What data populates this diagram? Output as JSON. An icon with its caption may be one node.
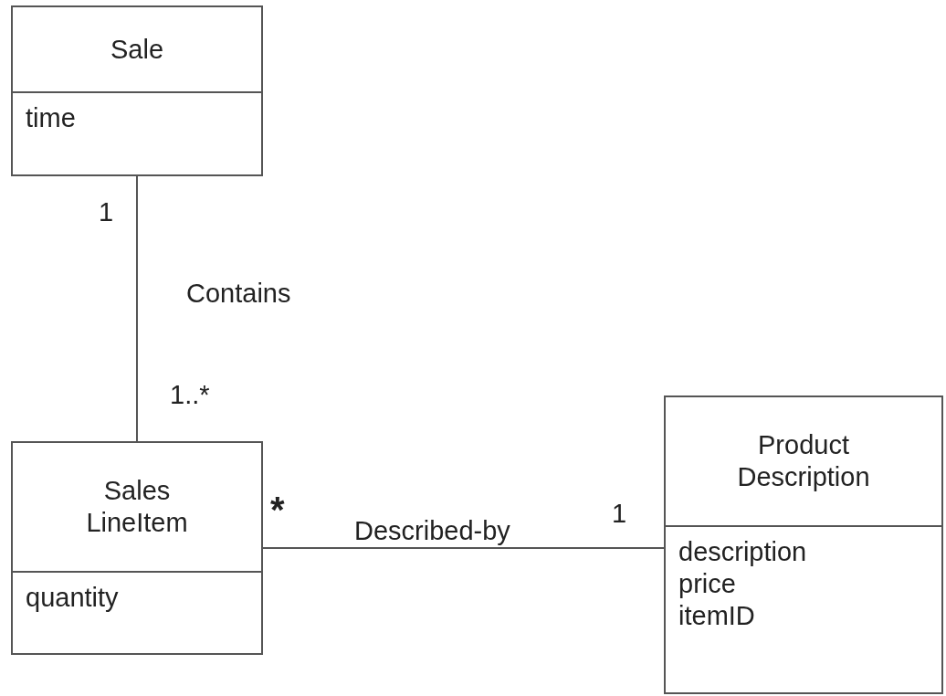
{
  "diagram": {
    "nodes": [
      {
        "text": [
          "Sale",
          "time"
        ]
      },
      {
        "text": [
          "Sales LineItem",
          "quantity"
        ]
      },
      {
        "text": [
          "Product Description",
          "description",
          "price",
          "itemID"
        ]
      }
    ],
    "edges": [
      {
        "from": 0,
        "to": 1,
        "arrow": "none",
        "label": "Contains"
      },
      {
        "from": 1,
        "to": 2,
        "arrow": "none",
        "label": "Described-by"
      }
    ],
    "labels": [
      "1",
      "1..*",
      "*",
      "1"
    ]
  }
}
